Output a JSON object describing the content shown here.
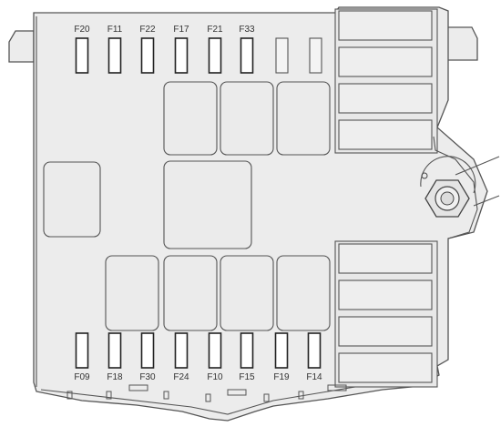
{
  "top_fuses": [
    "F20",
    "F11",
    "F22",
    "F17",
    "F21",
    "F33"
  ],
  "bottom_fuses": [
    "F09",
    "F18",
    "F30",
    "F24",
    "F10",
    "F15",
    "F19",
    "F14"
  ]
}
